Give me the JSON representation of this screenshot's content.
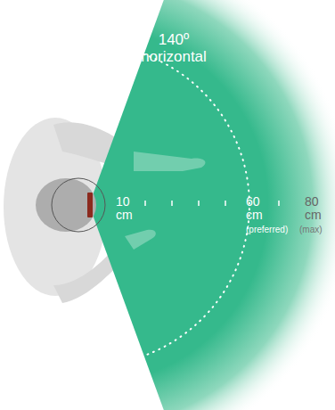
{
  "diagram": {
    "labels": [
      "140º horizontal",
      "10 cm",
      "60 cm",
      "(preferred)",
      "80 cm",
      "(max)"
    ]
  }
}
